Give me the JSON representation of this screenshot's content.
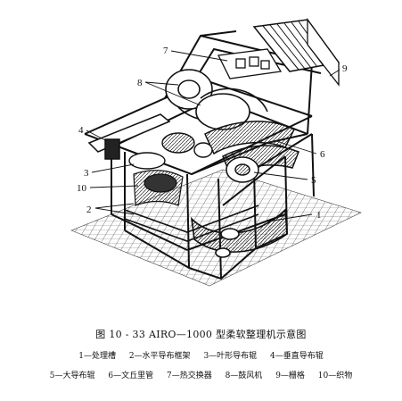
{
  "figure": {
    "caption": "图 10 - 33   AIRO—1000 型柔软整理机示意图",
    "callouts": [
      "1",
      "2",
      "3",
      "4",
      "5",
      "6",
      "7",
      "8",
      "9",
      "10"
    ],
    "legend_row1": [
      "1—处理槽",
      "2—水平导布框架",
      "3—叶形导布辊",
      "4—垂直导布辊"
    ],
    "legend_row2": [
      "5—大导布辊",
      "6—文丘里管",
      "7—热交换器",
      "8—鼓风机",
      "9—栅格",
      "10—织物"
    ]
  }
}
